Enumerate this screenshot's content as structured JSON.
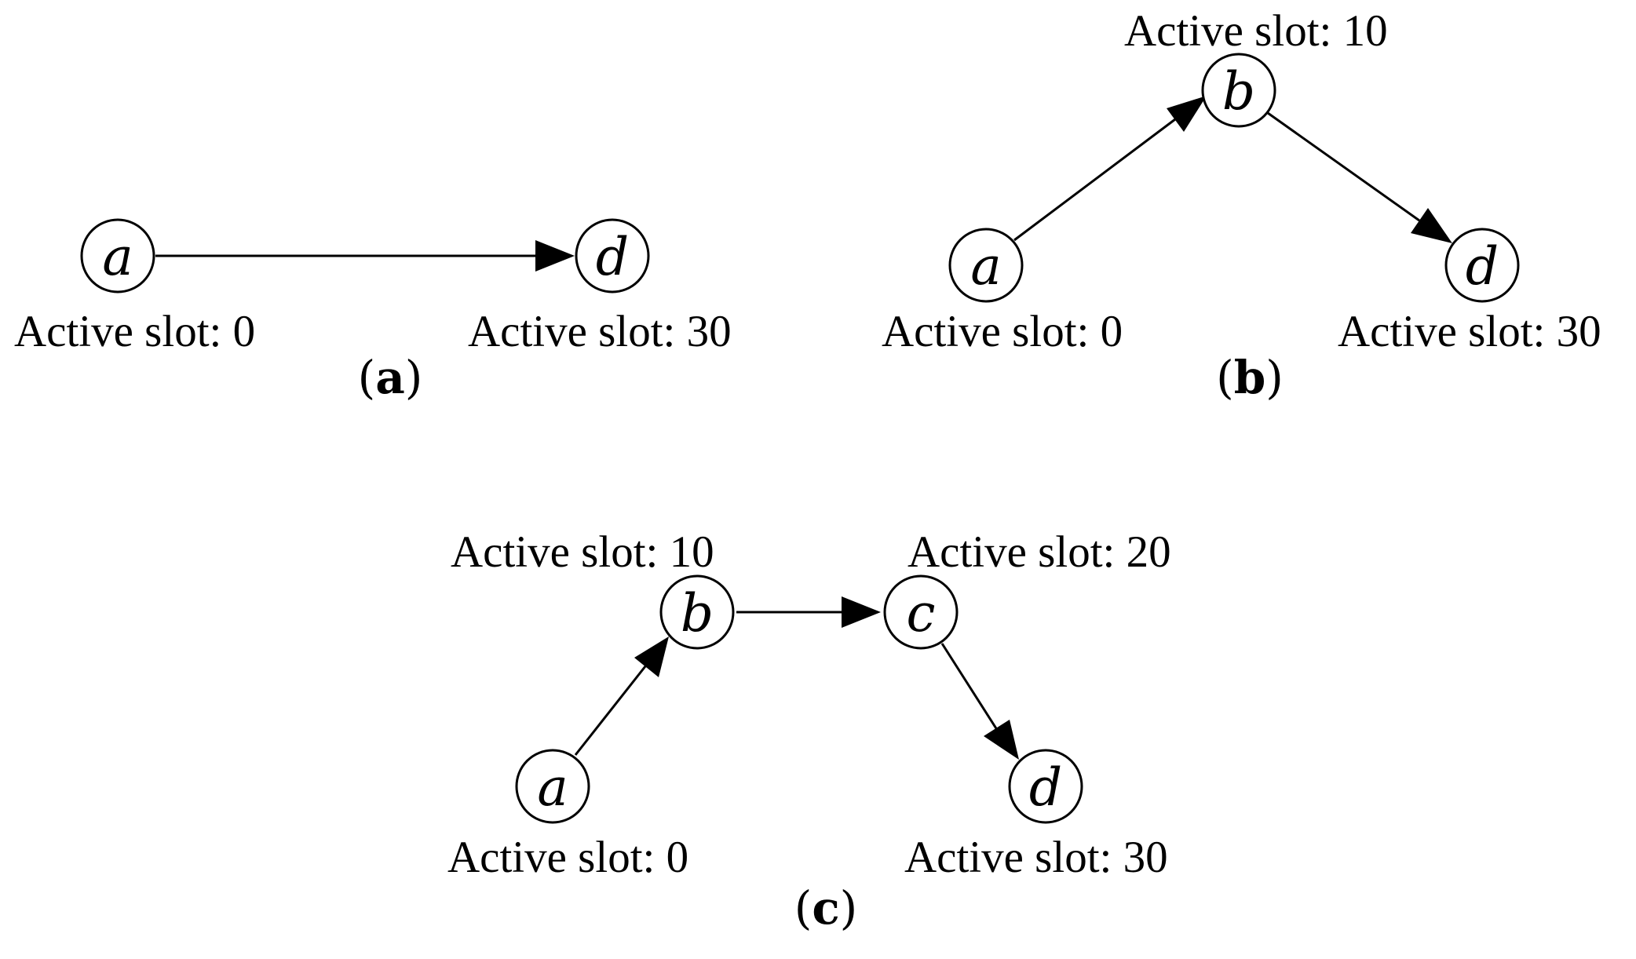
{
  "panels": [
    {
      "id": "a",
      "caption_open": "(",
      "caption_letter": "a",
      "caption_close": ")",
      "nodes": [
        {
          "name": "a",
          "letter": "a",
          "label": "Active slot: 0"
        },
        {
          "name": "d",
          "letter": "d",
          "label": "Active slot: 30"
        }
      ],
      "edges": [
        {
          "from": "a",
          "to": "d"
        }
      ]
    },
    {
      "id": "b",
      "caption_open": "(",
      "caption_letter": "b",
      "caption_close": ")",
      "nodes": [
        {
          "name": "a",
          "letter": "a",
          "label": "Active slot: 0"
        },
        {
          "name": "b",
          "letter": "b",
          "label": "Active slot: 10"
        },
        {
          "name": "d",
          "letter": "d",
          "label": "Active slot: 30"
        }
      ],
      "edges": [
        {
          "from": "a",
          "to": "b"
        },
        {
          "from": "b",
          "to": "d"
        }
      ]
    },
    {
      "id": "c",
      "caption_open": "(",
      "caption_letter": "c",
      "caption_close": ")",
      "nodes": [
        {
          "name": "a",
          "letter": "a",
          "label": "Active slot: 0"
        },
        {
          "name": "b",
          "letter": "b",
          "label": "Active slot: 10"
        },
        {
          "name": "c",
          "letter": "c",
          "label": "Active slot: 20"
        },
        {
          "name": "d",
          "letter": "d",
          "label": "Active slot: 30"
        }
      ],
      "edges": [
        {
          "from": "a",
          "to": "b"
        },
        {
          "from": "b",
          "to": "c"
        },
        {
          "from": "c",
          "to": "d"
        }
      ]
    }
  ]
}
